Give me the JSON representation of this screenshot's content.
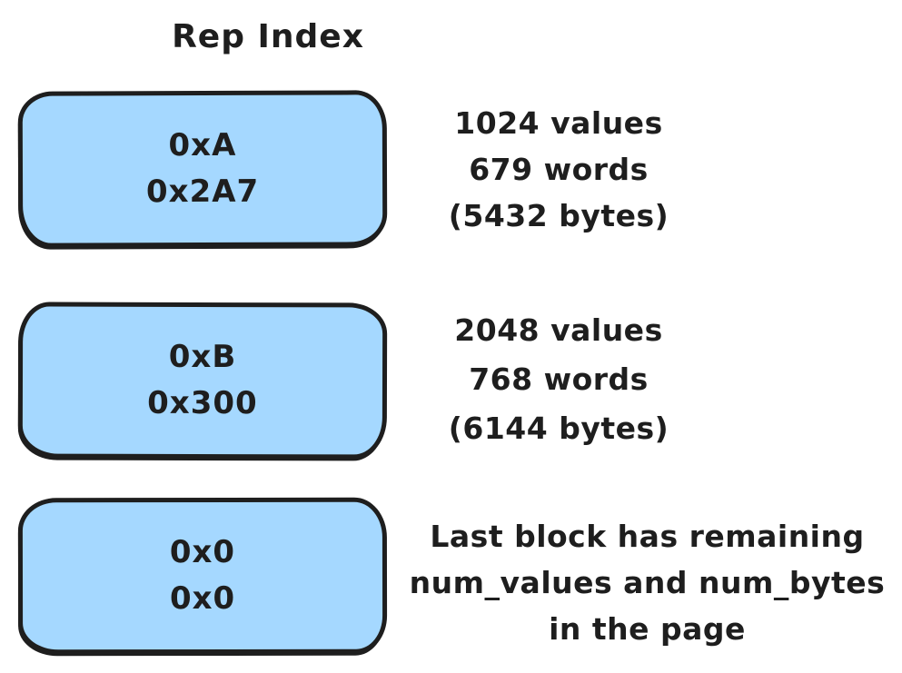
{
  "title": "Rep Index",
  "colors": {
    "block_fill": "#a5d8ff",
    "stroke": "#1e1e1e",
    "background": "#ffffff"
  },
  "blocks": [
    {
      "lines": [
        "0xA",
        "0x2A7"
      ],
      "annotation": [
        "1024 values",
        "679 words",
        "(5432 bytes)"
      ]
    },
    {
      "lines": [
        "0xB",
        "0x300"
      ],
      "annotation": [
        "2048 values",
        "768 words",
        "(6144 bytes)"
      ]
    },
    {
      "lines": [
        "0x0",
        "0x0"
      ],
      "annotation": [
        "Last block has remaining",
        "num_values and num_bytes",
        "in the page"
      ]
    }
  ]
}
